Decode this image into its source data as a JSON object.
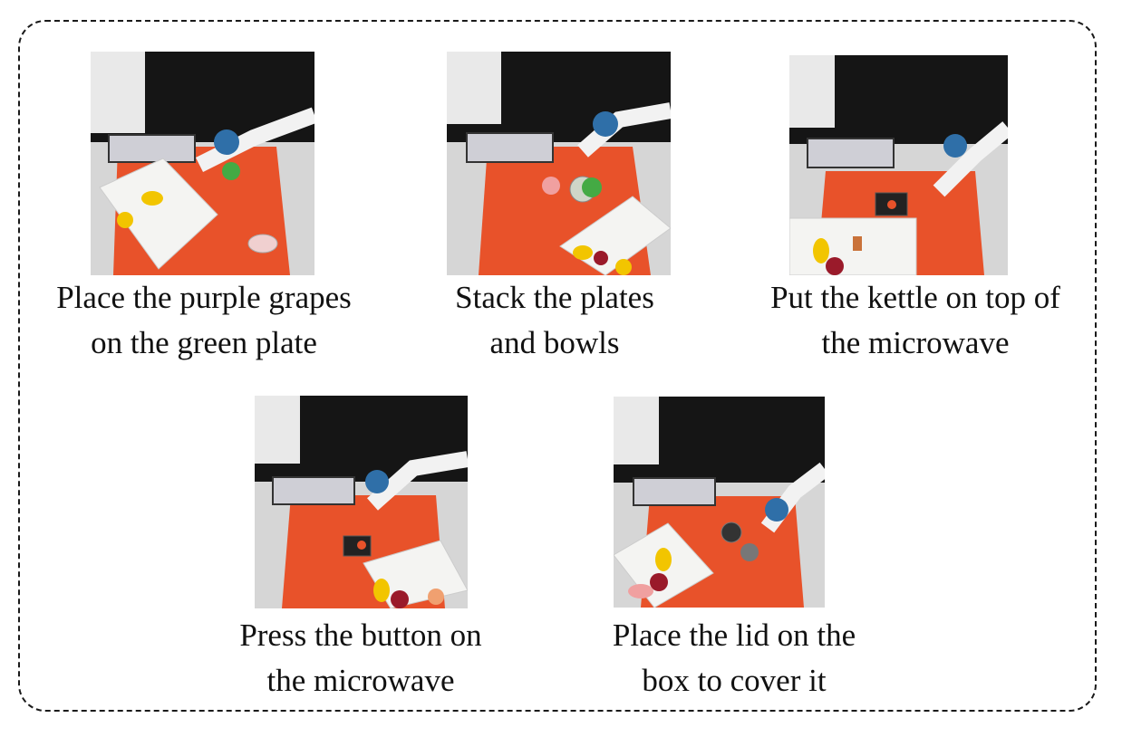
{
  "tasks": [
    {
      "id": "t1",
      "line1": "Place the purple grapes",
      "line2": "on the green plate"
    },
    {
      "id": "t2",
      "line1": "Stack the plates",
      "line2": "and bowls"
    },
    {
      "id": "t3",
      "line1": "Put the kettle on top of",
      "line2": "the microwave"
    },
    {
      "id": "t4",
      "line1": "Press the button on",
      "line2": "the microwave"
    },
    {
      "id": "t5",
      "line1": "Place the lid on the",
      "line2": "box to cover it"
    }
  ],
  "colors": {
    "table": "#e8522a",
    "wall": "#151515",
    "robot_blue": "#2f6fa8",
    "basket": "#f4f4f2",
    "border": "#1a1a1a"
  }
}
